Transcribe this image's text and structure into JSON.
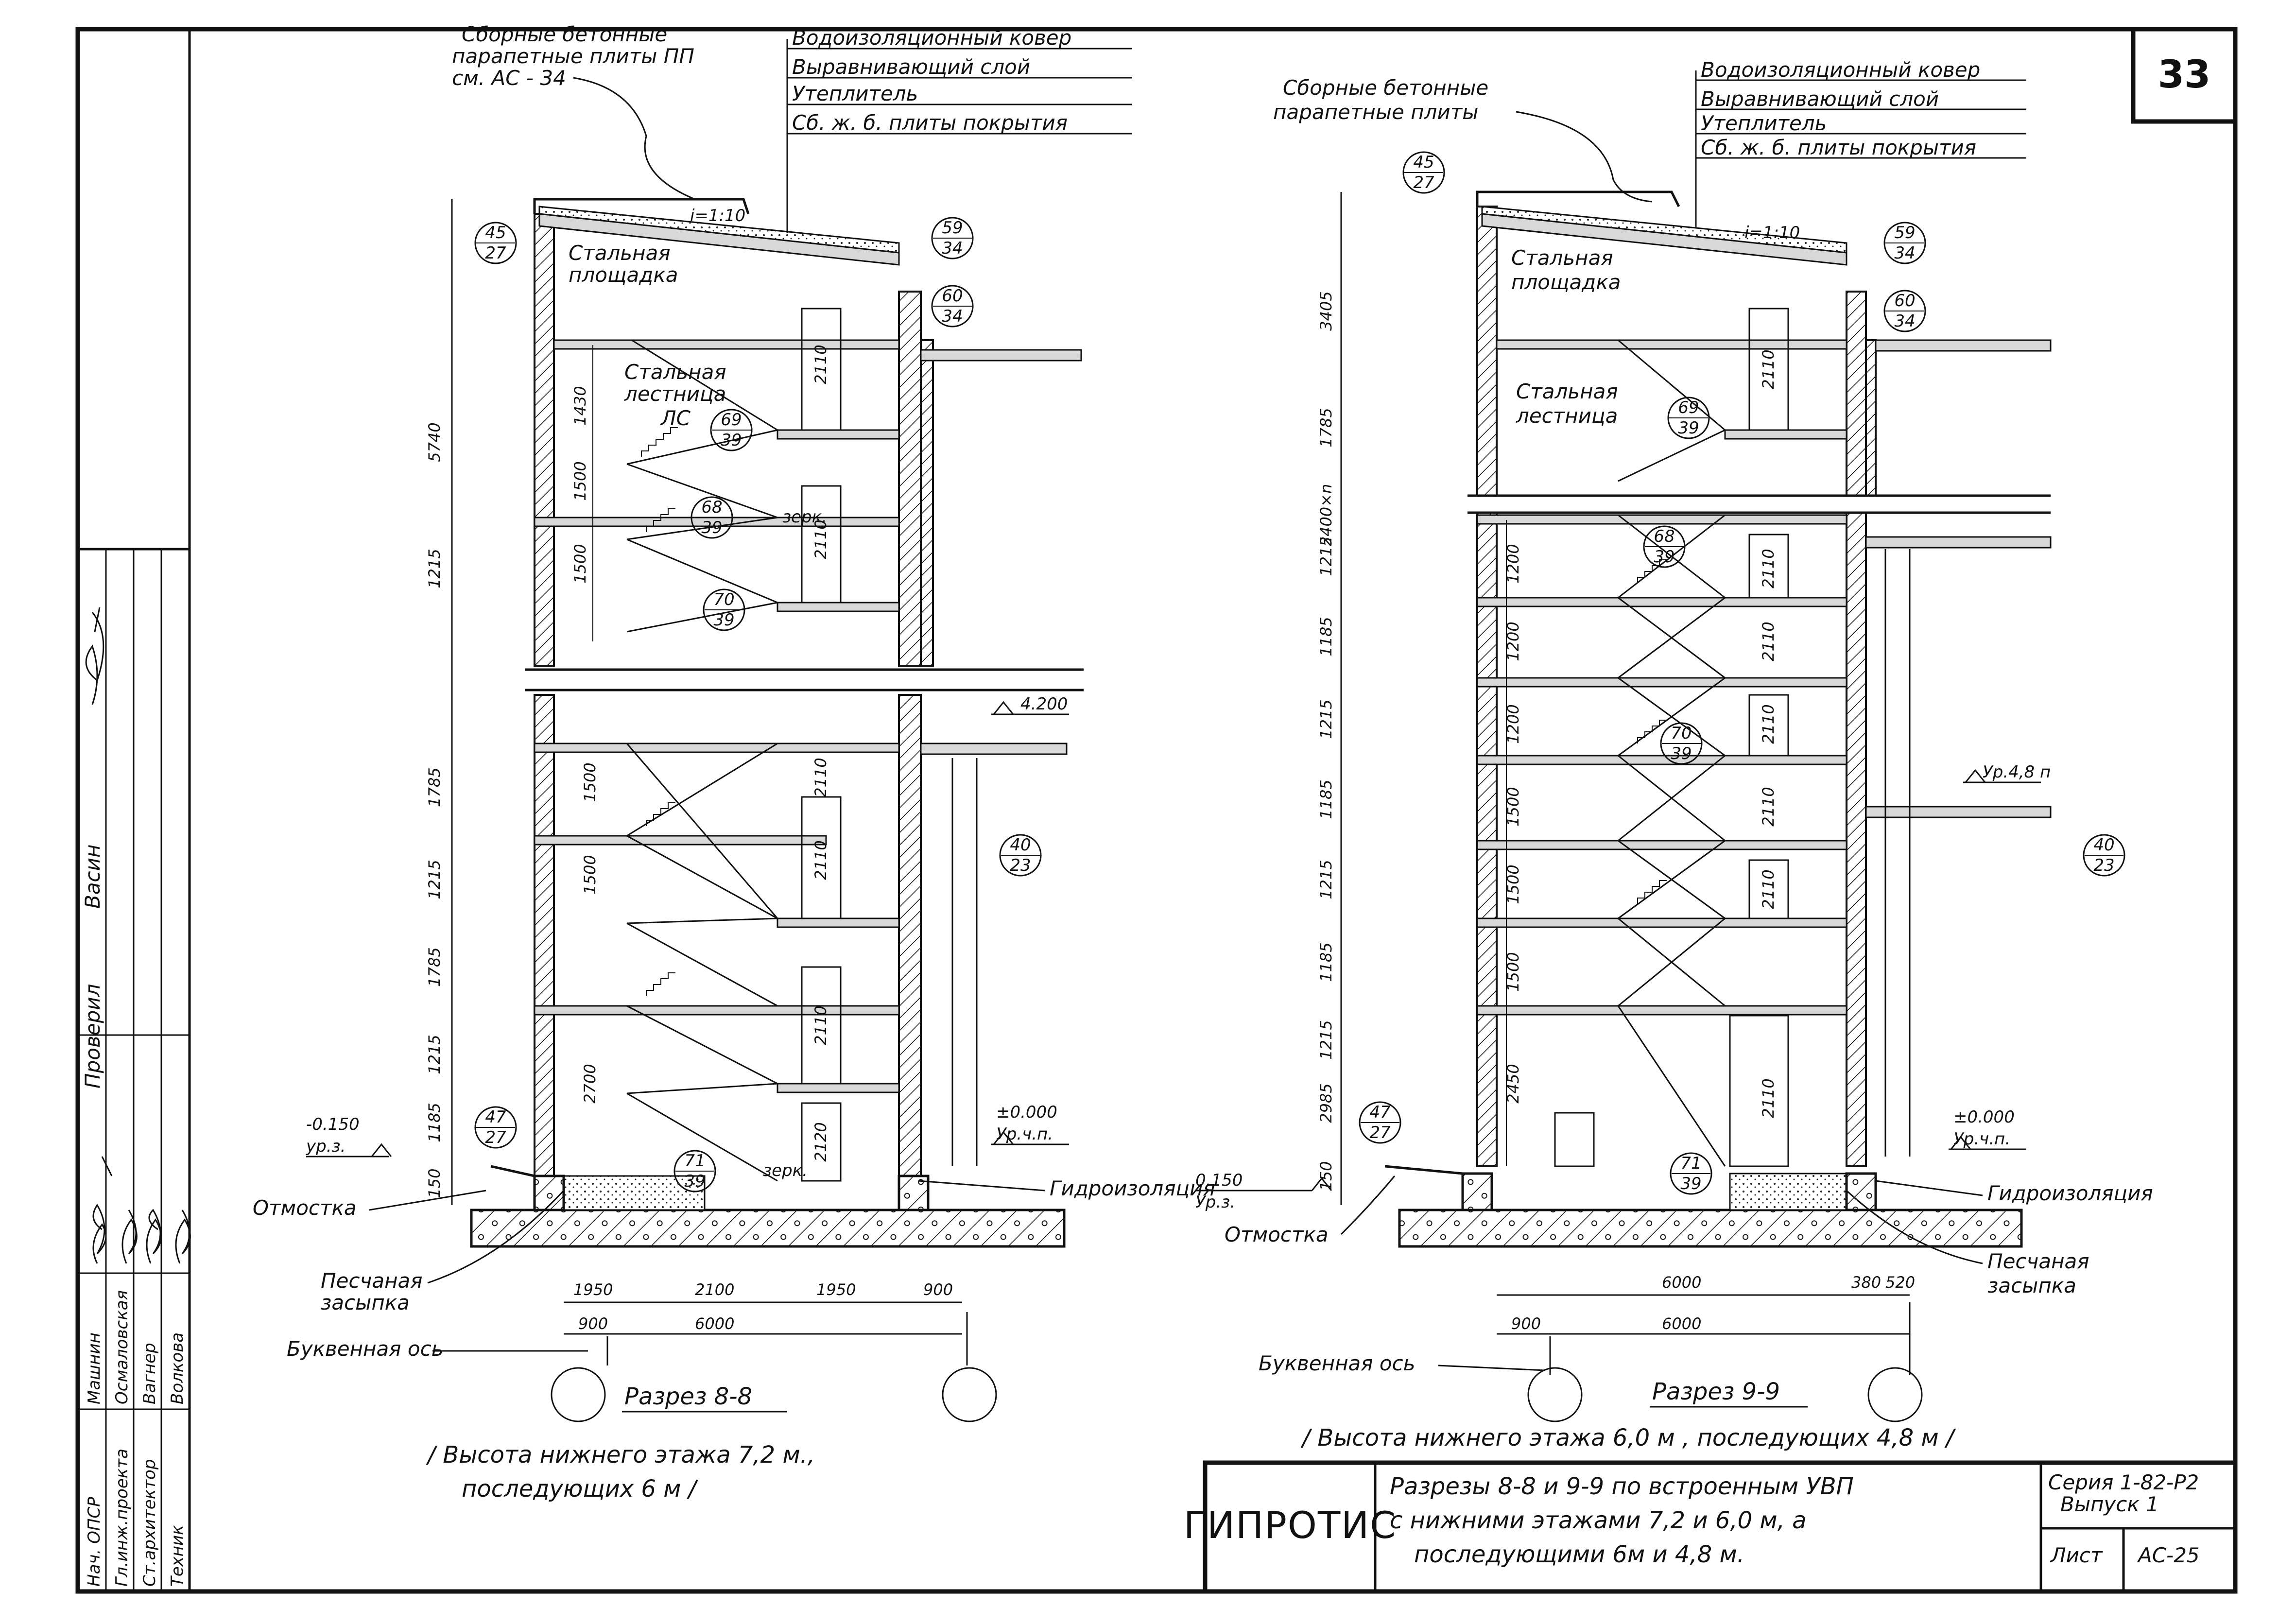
{
  "sheet_number": "33",
  "stamp": {
    "roles": [
      "Нач. ОПСР",
      "Гл.инж.проекта",
      "Ст.архитектор",
      "Техник"
    ],
    "names": [
      "Машнин",
      "Осмаловская",
      "Вагнер",
      "Волкова"
    ],
    "checked_label": "Проверил",
    "checked_name": "Васин"
  },
  "section88": {
    "roof_callout": [
      "Сборные бетонные",
      "парапетные плиты ПП",
      "см. АС - 34"
    ],
    "roof_layers": [
      "Водоизоляционный ковер",
      "Выравнивающий слой",
      "Утеплитель",
      "Сб. ж. б. плиты покрытия"
    ],
    "slope": "i=1:10",
    "steel_landing": [
      "Стальная",
      "площадка"
    ],
    "steel_stair": [
      "Стальная",
      "лестница"
    ],
    "stair_code": "ЛС",
    "mirror_note": "зерк.",
    "mirror_note2": "зерк.",
    "level_left": [
      "-0.150",
      "ур.з."
    ],
    "level_right": [
      "±0.000",
      "Ур.ч.п."
    ],
    "level_mid": "4.200",
    "blind_area": "Отмостка",
    "sand_fill": [
      "Песчаная",
      "засыпка"
    ],
    "axis_label": "Буквенная ось",
    "waterproofing": "Гидроизоляция",
    "callouts": [
      [
        "45",
        "27"
      ],
      [
        "59",
        "34"
      ],
      [
        "60",
        "34"
      ],
      [
        "69",
        "39"
      ],
      [
        "68",
        "39"
      ],
      [
        "70",
        "39"
      ],
      [
        "40",
        "23"
      ],
      [
        "47",
        "27"
      ],
      [
        "71",
        "39"
      ]
    ],
    "dims_left": [
      "5740",
      "1430",
      "1500",
      "1215",
      "1500",
      "1785",
      "1500",
      "1215",
      "1500",
      "1785",
      "1215",
      "1185",
      "150"
    ],
    "dims_door": [
      "2110",
      "2110",
      "2110",
      "2110",
      "2110",
      "2700",
      "2120"
    ],
    "dims_bottom": [
      "1950",
      "2100",
      "1950",
      "900",
      "900",
      "6000"
    ],
    "title": "Разрез 8-8",
    "note": [
      "/ Высота   нижнего   этажа   7,2 м.,",
      "последующих  6 м  /"
    ]
  },
  "section99": {
    "roof_callout": [
      "Сборные бетонные",
      "парапетные плиты"
    ],
    "roof_layers": [
      "Водоизоляционный ковер",
      "Выравнивающий слой",
      "Утеплитель",
      "Сб. ж. б. плиты покрытия"
    ],
    "slope": "i=1:10",
    "steel_landing": [
      "Стальная",
      "площадка"
    ],
    "steel_stair": [
      "Стальная",
      "лестница"
    ],
    "level_left": [
      "0.150",
      "Ур.з."
    ],
    "level_right": [
      "±0.000",
      "Ур.ч.п."
    ],
    "level_mid": "Ур.4,8 п",
    "blind_area": "Отмостка",
    "sand_fill": [
      "Песчаная",
      "засыпка"
    ],
    "axis_label": "Буквенная ось",
    "waterproofing": "Гидроизоляция",
    "callouts": [
      [
        "45",
        "27"
      ],
      [
        "59",
        "34"
      ],
      [
        "60",
        "34"
      ],
      [
        "69",
        "39"
      ],
      [
        "68",
        "39"
      ],
      [
        "70",
        "39"
      ],
      [
        "40",
        "23"
      ],
      [
        "47",
        "27"
      ],
      [
        "71",
        "39"
      ]
    ],
    "dims_left": [
      "3405",
      "1785",
      "2400×n",
      "1215",
      "1185",
      "1215",
      "1185",
      "1215",
      "1185",
      "1215",
      "2985",
      "150"
    ],
    "dims_inner": [
      "1200",
      "1200",
      "1200",
      "1500",
      "1500",
      "1500",
      "2450"
    ],
    "dims_door": [
      "2110",
      "2110",
      "2110",
      "2110",
      "2110",
      "2110",
      "2110"
    ],
    "dims_bottom": [
      "6000",
      "380",
      "520",
      "900",
      "6000"
    ],
    "title": "Разрез 9-9",
    "note": "/ Высота   нижнего   этажа  6,0 м ,  последующих  4,8 м /"
  },
  "titleblock": {
    "org": "ГИПРОТИС",
    "title": [
      "Разрезы 8-8 и 9-9 по встроенным УВП",
      "с нижними этажами 7,2 и 6,0 м, а",
      "последующими 6м и 4,8 м."
    ],
    "series": [
      "Серия 1-82-Р2",
      "Выпуск 1"
    ],
    "sheet_label": "Лист",
    "sheet_code": "АС-25"
  }
}
